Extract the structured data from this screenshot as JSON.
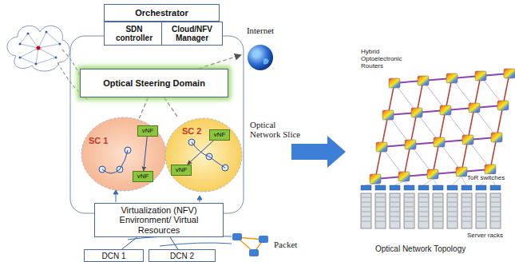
{
  "diagram": {
    "nodes": [
      {
        "text": [
          "Orchestrator"
        ]
      },
      {
        "text": [
          "SDN controller"
        ]
      },
      {
        "text": [
          "Cloud/NFV Manager"
        ]
      },
      {
        "text": [
          "Optical Steering Domain"
        ]
      },
      {
        "text": [
          "SC 1"
        ]
      },
      {
        "text": [
          "vNF"
        ],
        "in": 4
      },
      {
        "text": [
          "vNF"
        ],
        "in": 4
      },
      {
        "text": [
          "SC 2"
        ]
      },
      {
        "text": [
          "vNF"
        ],
        "in": 7
      },
      {
        "text": [
          "vNF"
        ],
        "in": 7
      },
      {
        "text": [
          "Internet"
        ]
      },
      {
        "text": [
          "Virtualization (NFV) Environment/ Virtual Resources"
        ]
      },
      {
        "text": [
          "DCN 1"
        ]
      },
      {
        "text": [
          "DCN 2"
        ]
      }
    ],
    "edges": [
      {
        "from": 3,
        "to": 4,
        "arrow": "none"
      },
      {
        "from": 3,
        "to": 7,
        "arrow": "none"
      },
      {
        "from": 3,
        "to": 10,
        "arrow": "to"
      },
      {
        "from": 5,
        "to": 6,
        "arrow": "to"
      },
      {
        "from": 8,
        "to": 9,
        "arrow": "to"
      },
      {
        "from": 11,
        "to": 12,
        "arrow": "none"
      },
      {
        "from": 11,
        "to": 13,
        "arrow": "none"
      }
    ],
    "labels": [
      "Optical Network Slice",
      "Packet",
      "Hybrid Optoelectronic Routers",
      "ToR switches",
      "Server racks",
      "Optical Network Topology"
    ]
  }
}
